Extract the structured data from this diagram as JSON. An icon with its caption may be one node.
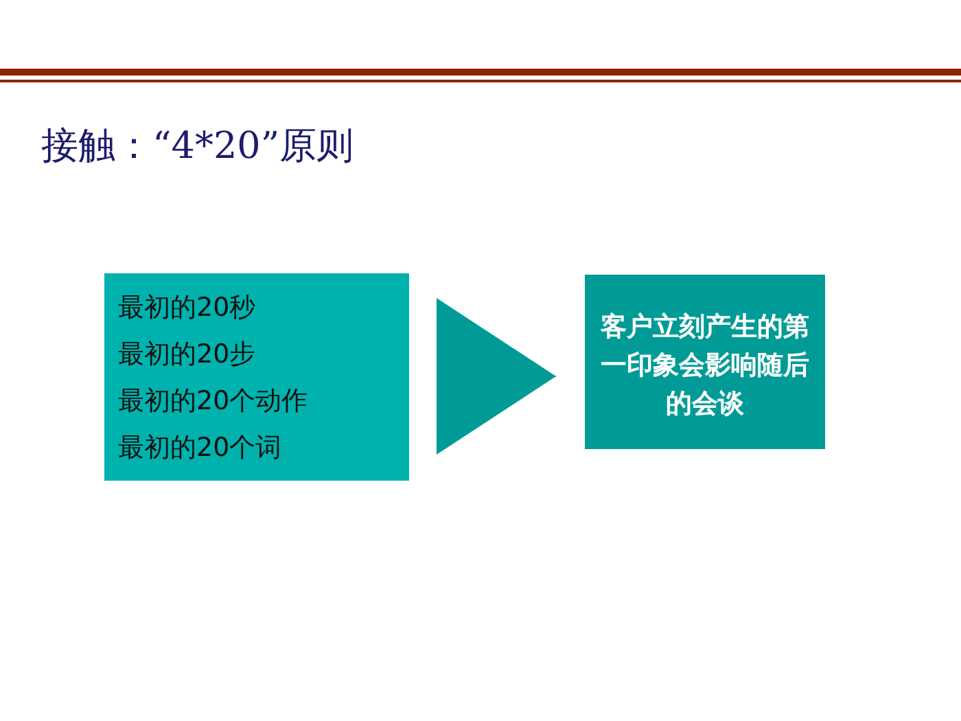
{
  "diagram": {
    "title": "接触：“4*20”原则",
    "nodes": [
      {
        "text": [
          "最初的20秒",
          "最初的20步",
          "最初的20个动作",
          "最初的20个词"
        ]
      },
      {
        "text": [
          "客户立刻产生的第一印象会影响随后的会谈"
        ]
      }
    ],
    "edges": [
      {
        "from": 0,
        "to": 1,
        "arrow": "to"
      }
    ]
  }
}
